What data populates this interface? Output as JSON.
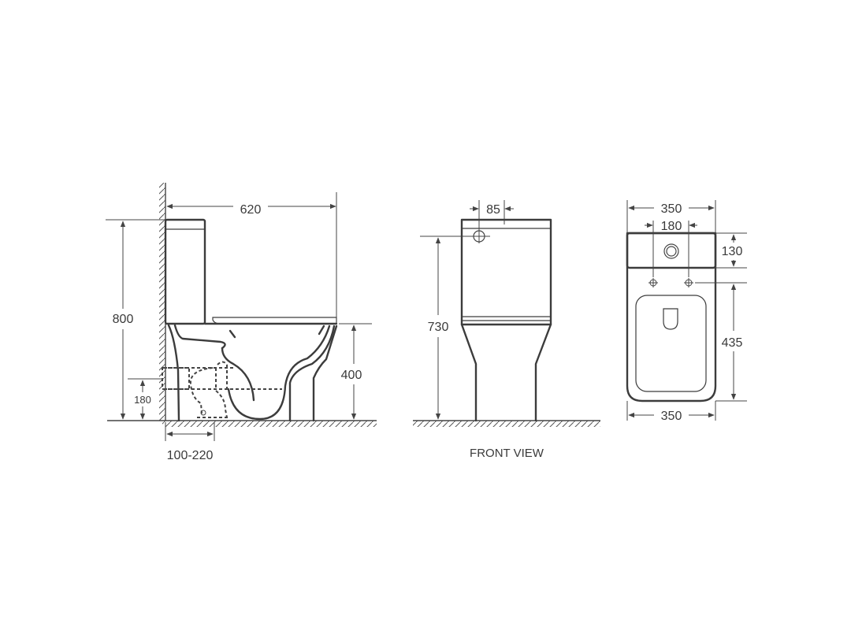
{
  "drawing": {
    "side_view": {
      "overall_length": "620",
      "overall_height": "800",
      "seat_height": "400",
      "outlet_height": "180",
      "rough_in": "100-220"
    },
    "front_view": {
      "caption": "FRONT VIEW",
      "button_offset": "85",
      "inlet_height": "730"
    },
    "top_view": {
      "tank_width": "350",
      "bolt_spacing": "180",
      "tank_depth": "130",
      "bowl_length": "435",
      "bowl_width": "350"
    }
  },
  "colors": {
    "line": "#3c3c3c",
    "text": "#3a3a3a",
    "background": "#ffffff"
  }
}
